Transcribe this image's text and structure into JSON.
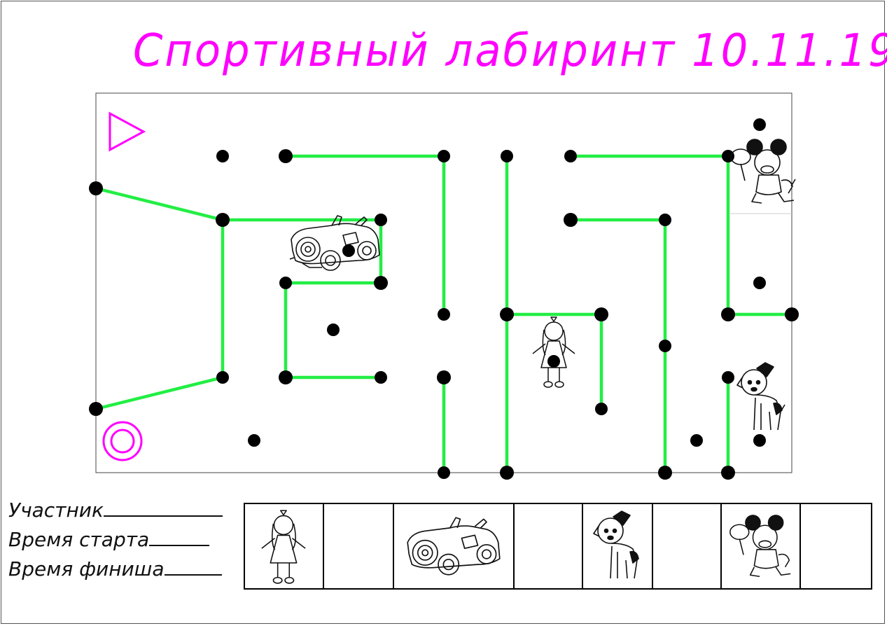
{
  "title": "Спортивный лабиринт 10.11.19",
  "form": {
    "participant": "Участник",
    "start_time": "Время старта",
    "finish_time": "Время финиша"
  },
  "colors": {
    "title": "#ff00ff",
    "path": "#22ee44",
    "start_finish": "#ff00ff",
    "dots": "#000000"
  },
  "map_icons": {
    "start": "triangle-start-icon",
    "finish": "double-circle-finish-icon",
    "car": "vintage-car-icon",
    "doll": "doll-icon",
    "puppy": "puppy-icon",
    "mickey": "mickey-mouse-icon"
  },
  "answer_card": [
    "doll-icon",
    "empty",
    "vintage-car-icon",
    "empty",
    "puppy-icon",
    "empty",
    "mickey-mouse-icon",
    "empty"
  ]
}
